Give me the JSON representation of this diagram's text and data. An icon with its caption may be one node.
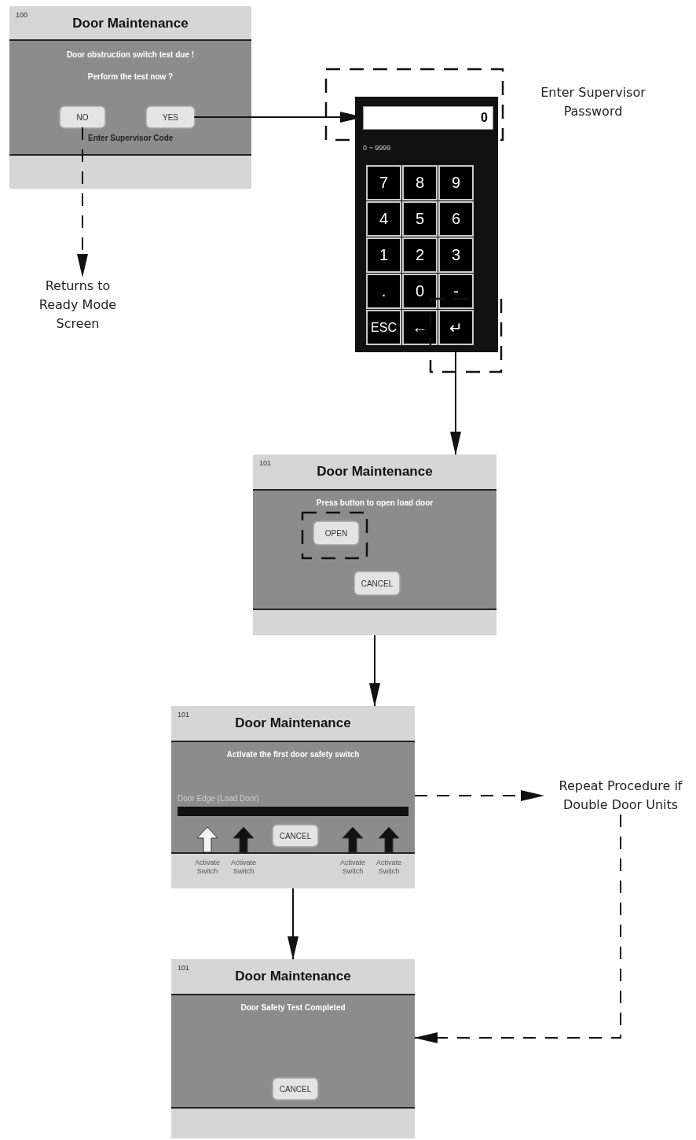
{
  "diagram": {
    "nodes": [
      {
        "text": [
          "100",
          "Door Maintenance",
          "Door obstruction switch test due !",
          "Perform the test now ?",
          "Enter Supervisor Code"
        ]
      },
      {
        "text": [
          "NO"
        ],
        "in": 0
      },
      {
        "text": [
          "YES"
        ],
        "in": 0
      },
      {
        "text": [
          "Returns to Ready Mode Screen"
        ]
      },
      {
        "text": [
          "0 ~ 9999"
        ]
      },
      {
        "text": [
          "0"
        ],
        "in": 4
      },
      {
        "text": [
          "7"
        ],
        "in": 4
      },
      {
        "text": [
          "8"
        ],
        "in": 4
      },
      {
        "text": [
          "9"
        ],
        "in": 4
      },
      {
        "text": [
          "4"
        ],
        "in": 4
      },
      {
        "text": [
          "5"
        ],
        "in": 4
      },
      {
        "text": [
          "6"
        ],
        "in": 4
      },
      {
        "text": [
          "1"
        ],
        "in": 4
      },
      {
        "text": [
          "2"
        ],
        "in": 4
      },
      {
        "text": [
          "3"
        ],
        "in": 4
      },
      {
        "text": [
          "."
        ],
        "in": 4
      },
      {
        "text": [
          "0"
        ],
        "in": 4
      },
      {
        "text": [
          "-"
        ],
        "in": 4
      },
      {
        "text": [
          "ESC"
        ],
        "in": 4
      },
      {
        "text": [
          "←"
        ],
        "in": 4
      },
      {
        "text": [
          "↵"
        ],
        "in": 4
      },
      {
        "text": [
          "101",
          "Door Maintenance",
          "Press button to open load door"
        ]
      },
      {
        "text": [
          "OPEN"
        ],
        "in": 21
      },
      {
        "text": [
          "CANCEL"
        ],
        "in": 21
      },
      {
        "text": [
          "101",
          "Door Maintenance",
          "Activate the first door safety switch",
          "Door Edge (Load Door)"
        ]
      },
      {
        "text": [
          "Activate Switch"
        ],
        "in": 24
      },
      {
        "text": [
          "Activate Switch"
        ],
        "in": 24
      },
      {
        "text": [
          "CANCEL"
        ],
        "in": 24
      },
      {
        "text": [
          "Activate Switch"
        ],
        "in": 24
      },
      {
        "text": [
          "Activate Switch"
        ],
        "in": 24
      },
      {
        "text": [
          "Repeat Procedure if Double Door Units"
        ]
      },
      {
        "text": [
          "101",
          "Door Maintenance",
          "Door Safety Test Completed"
        ]
      },
      {
        "text": [
          "CANCEL"
        ],
        "in": 31
      }
    ],
    "edges": [
      {
        "from": 2,
        "to": 5,
        "arrow": "to"
      },
      {
        "from": 1,
        "to": 3,
        "arrow": "to",
        "style": "dashed"
      },
      {
        "from": 20,
        "to": 21,
        "arrow": "to"
      },
      {
        "from": 21,
        "to": 24,
        "arrow": "to"
      },
      {
        "from": 24,
        "to": 30,
        "arrow": "to",
        "style": "dashed"
      },
      {
        "from": 24,
        "to": 31,
        "arrow": "to"
      },
      {
        "from": 30,
        "to": 31,
        "arrow": "to",
        "style": "dashed"
      }
    ],
    "labels": [
      "Enter Supervisor Password"
    ]
  }
}
